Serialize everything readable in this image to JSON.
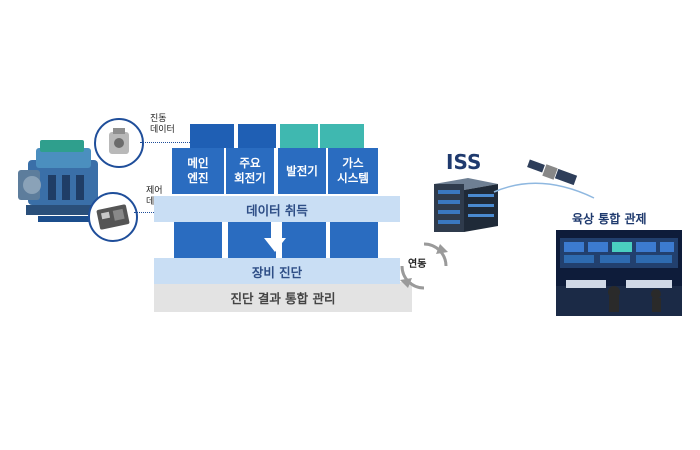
{
  "sensors": {
    "vibration": "진동\n데이터",
    "control": "제어\n데이터"
  },
  "blocks_top": [
    {
      "label": "메인\n엔진",
      "color": "#2a6cc0"
    },
    {
      "label": "주요\n회전기",
      "color": "#2a6cc0"
    },
    {
      "label": "발전기",
      "color": "#2a6cc0"
    },
    {
      "label": "가스\n시스템",
      "color": "#2a6cc0"
    }
  ],
  "bands": {
    "data_acquisition": "데이터 취득",
    "equipment_diagnosis": "장비 진단",
    "integrated_management": "진단 결과 통합 관리"
  },
  "link_label": "연동",
  "iss_label": "ISS",
  "shore_label": "육상 통합 관제",
  "colors": {
    "dark_blue": "#1f5fb4",
    "teal": "#3fb8b0",
    "band_light": "#c9def4",
    "band_gray": "#e0e0e0",
    "accent": "#1f4e9a"
  }
}
